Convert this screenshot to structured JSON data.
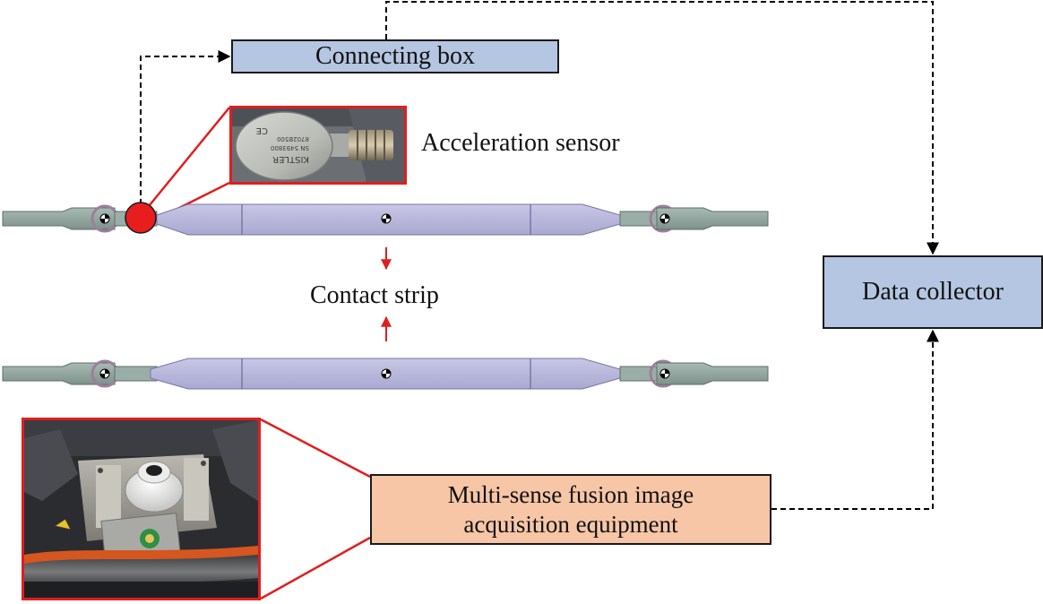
{
  "colors": {
    "box_blue": "#b4c6e2",
    "box_orange": "#f7c6a6",
    "highlight_red": "#e01e1e",
    "strip_purple": "#b9b8dc",
    "horn_gray": "#8fa39e"
  },
  "nodes": {
    "connecting_box": "Connecting box",
    "data_collector": "Data collector",
    "multi_sense_line1": "Multi-sense fusion image",
    "multi_sense_line2": "acquisition equipment"
  },
  "labels": {
    "acceleration_sensor": "Acceleration sensor",
    "contact_strip": "Contact strip"
  },
  "photos": {
    "sensor_engraving": [
      "KISTLER",
      "SN 5493800",
      "8702B500"
    ],
    "sensor_mark": "CE"
  },
  "connections": [
    {
      "from": "acceleration-sensor-marker",
      "to": "connecting-box",
      "style": "dashed"
    },
    {
      "from": "connecting-box",
      "to": "data-collector",
      "style": "dashed"
    },
    {
      "from": "multi-sense-box",
      "to": "data-collector",
      "style": "dashed"
    }
  ]
}
